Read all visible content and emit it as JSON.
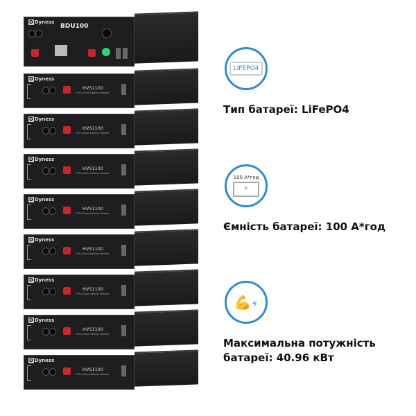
{
  "product": {
    "brand": "Dyness",
    "top_unit_model": "BDU100",
    "module_model": "HVS1100",
    "module_subtitle": "LFP Lithium Battery Module",
    "module_count": 8
  },
  "features": [
    {
      "icon": "lifepo4-battery-icon",
      "icon_text": "LIFEPO4",
      "label": "Тип батареї: LiFePO4"
    },
    {
      "icon": "car-battery-icon",
      "icon_text": "100 А*год",
      "label": "Ємність батареї: 100 А*год"
    },
    {
      "icon": "strong-battery-icon",
      "label": "Максимальна потужність батареї: 40.96 кВт"
    }
  ],
  "colors": {
    "accent": "#2d8ad8",
    "terminal": "#c8262a",
    "body": "#1e1e20"
  }
}
